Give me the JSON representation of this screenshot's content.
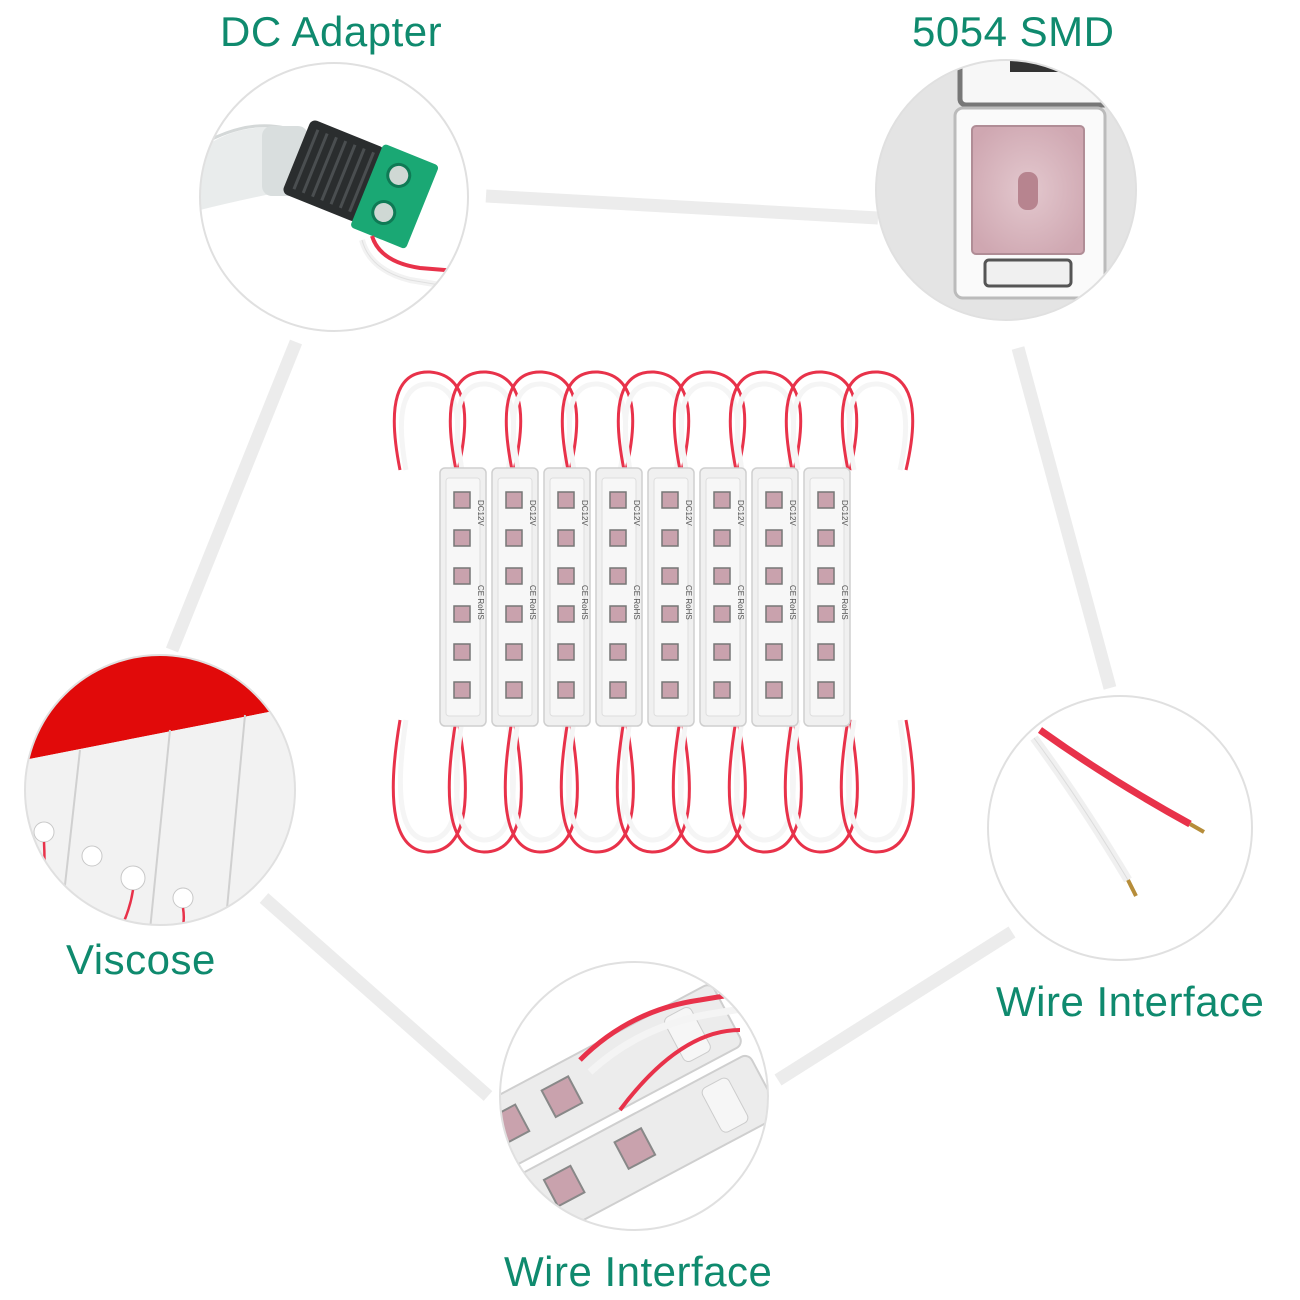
{
  "labels": {
    "dc_adapter": "DC Adapter",
    "smd": "5054 SMD",
    "viscose": "Viscose",
    "wire_interface_right": "Wire Interface",
    "wire_interface_bottom": "Wire Interface"
  },
  "module_prints": {
    "voltage": "DC12V",
    "rohs": "RoHS",
    "ce": "CE"
  },
  "colors": {
    "label_green": "#0f8a6e",
    "connector_line": "#ececec",
    "circle_border": "#e0e0e0",
    "module_body": "#f0f0f0",
    "led_fill": "#c9a2ad",
    "wire_red": "#e8324a",
    "viscose_red": "#e10a0a",
    "terminal_green": "#1aa874"
  },
  "modules_count": 8
}
